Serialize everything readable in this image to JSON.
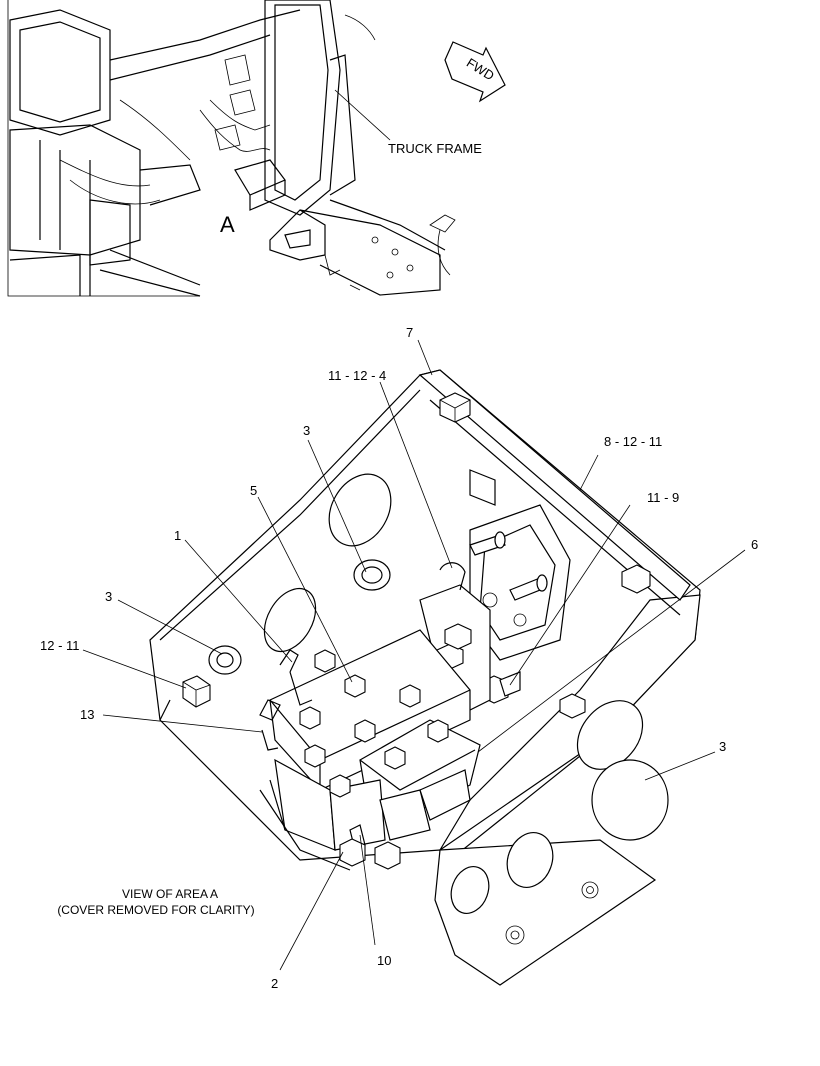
{
  "overview": {
    "fwd_label": "FWD",
    "truck_frame_label": "TRUCK FRAME",
    "area_label": "A"
  },
  "detail": {
    "caption_line1": "VIEW OF AREA A",
    "caption_line2": "(COVER REMOVED FOR CLARITY)"
  },
  "callouts": [
    {
      "id": "7",
      "text": "7"
    },
    {
      "id": "11-12-4",
      "text": "11 - 12 - 4"
    },
    {
      "id": "8-12-11",
      "text": "8 - 12 - 11"
    },
    {
      "id": "3-top",
      "text": "3"
    },
    {
      "id": "5",
      "text": "5"
    },
    {
      "id": "11-9",
      "text": "11 - 9"
    },
    {
      "id": "1",
      "text": "1"
    },
    {
      "id": "6",
      "text": "6"
    },
    {
      "id": "3-left",
      "text": "3"
    },
    {
      "id": "12-11",
      "text": "12 - 11"
    },
    {
      "id": "13",
      "text": "13"
    },
    {
      "id": "3-right",
      "text": "3"
    },
    {
      "id": "10",
      "text": "10"
    },
    {
      "id": "2",
      "text": "2"
    }
  ]
}
